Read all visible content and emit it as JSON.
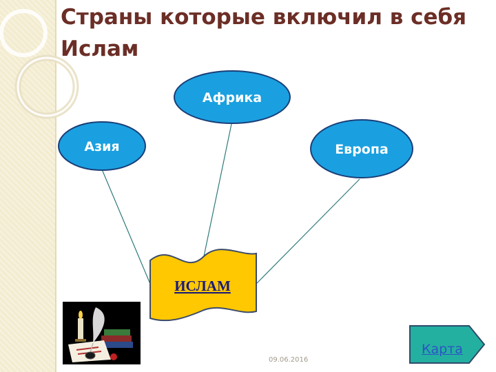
{
  "slide": {
    "title": "Страны которые включил  в себя Ислам",
    "date": "09.06.2016"
  },
  "diagram": {
    "center": {
      "label": "ИСЛАМ"
    },
    "nodes": [
      {
        "label": "Азия"
      },
      {
        "label": "Африка"
      },
      {
        "label": "Европа"
      }
    ]
  },
  "nav": {
    "map_button_label": "Карта"
  },
  "colors": {
    "title": "#6b2e26",
    "node_fill": "#1aa0e0",
    "node_border": "#1a3e78",
    "banner_fill": "#ffc800",
    "banner_text": "#1a1a7a",
    "button_fill": "#24b0a0",
    "sidebar": "#f3ecd0"
  },
  "images": [
    {
      "icon": "quill-books-candle-clipart"
    }
  ]
}
